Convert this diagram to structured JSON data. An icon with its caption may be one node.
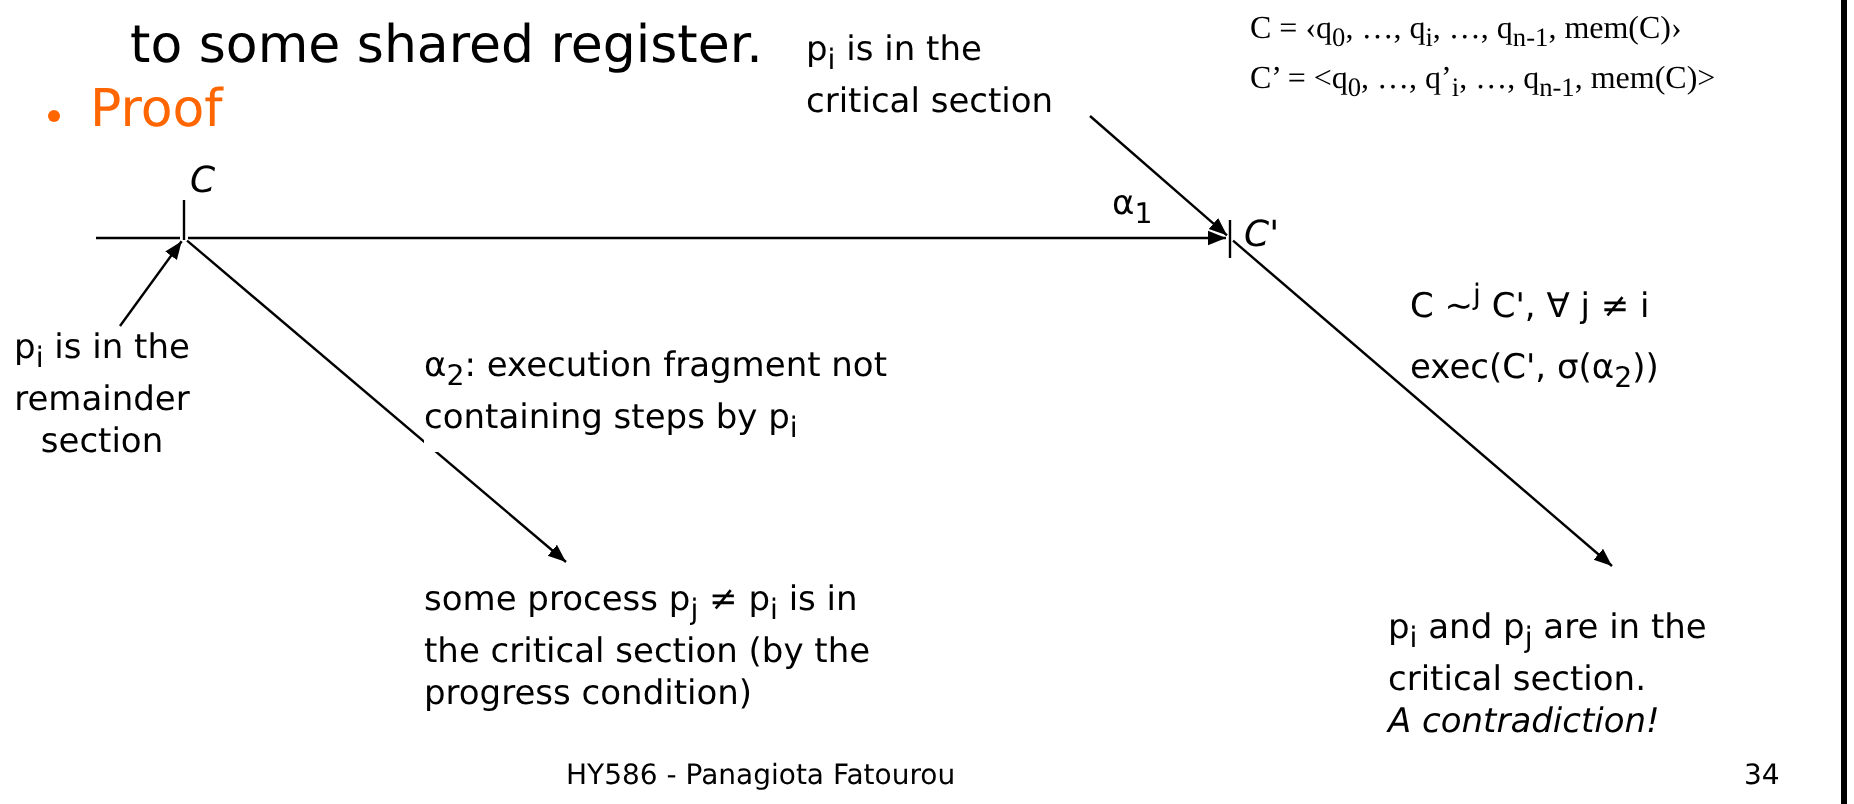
{
  "diagram": {
    "nodes": [
      {
        "text": [
          "C"
        ]
      },
      {
        "text": [
          "C'"
        ]
      },
      {
        "text": [
          "p$_{i}$ is in the remainder section"
        ]
      },
      {
        "text": [
          "p$_{i}$ is in the critical section"
        ]
      },
      {
        "text": [
          "some process p$_{j}$ ≠ p$_{i}$ is in the critical section (by the progress condition)"
        ]
      },
      {
        "text": [
          "p$_{i}$ and p$_{j}$ are in the critical section.",
          "A contradiction!"
        ]
      }
    ],
    "edges": [
      {
        "from": null,
        "to": 0,
        "arrow": "none"
      },
      {
        "from": 0,
        "to": 1,
        "arrow": "to",
        "label": "α$_{1}$"
      },
      {
        "from": 2,
        "to": 0,
        "arrow": "to"
      },
      {
        "from": 3,
        "to": 1,
        "arrow": "to"
      },
      {
        "from": 0,
        "to": 4,
        "arrow": "to",
        "label": "α$_{2}$: execution fragment not containing steps by p$_{i}$"
      },
      {
        "from": 1,
        "to": 5,
        "arrow": "to"
      }
    ],
    "labels": [
      "to some shared register.",
      "Proof",
      "C = ‹q$_{0}$, …, q$_{i}$, …, q$_{n-1}$, mem(C)›",
      "C’ = <q$_{0}$, …, q’$_{i}$, …, q$_{n-1}$, mem(C)>",
      "C ~$^{j}$ C', ∀ j ≠ i",
      "exec(C', σ(α$_{2}$))",
      "HY586 - Panagiota Fatourou",
      "34"
    ]
  }
}
